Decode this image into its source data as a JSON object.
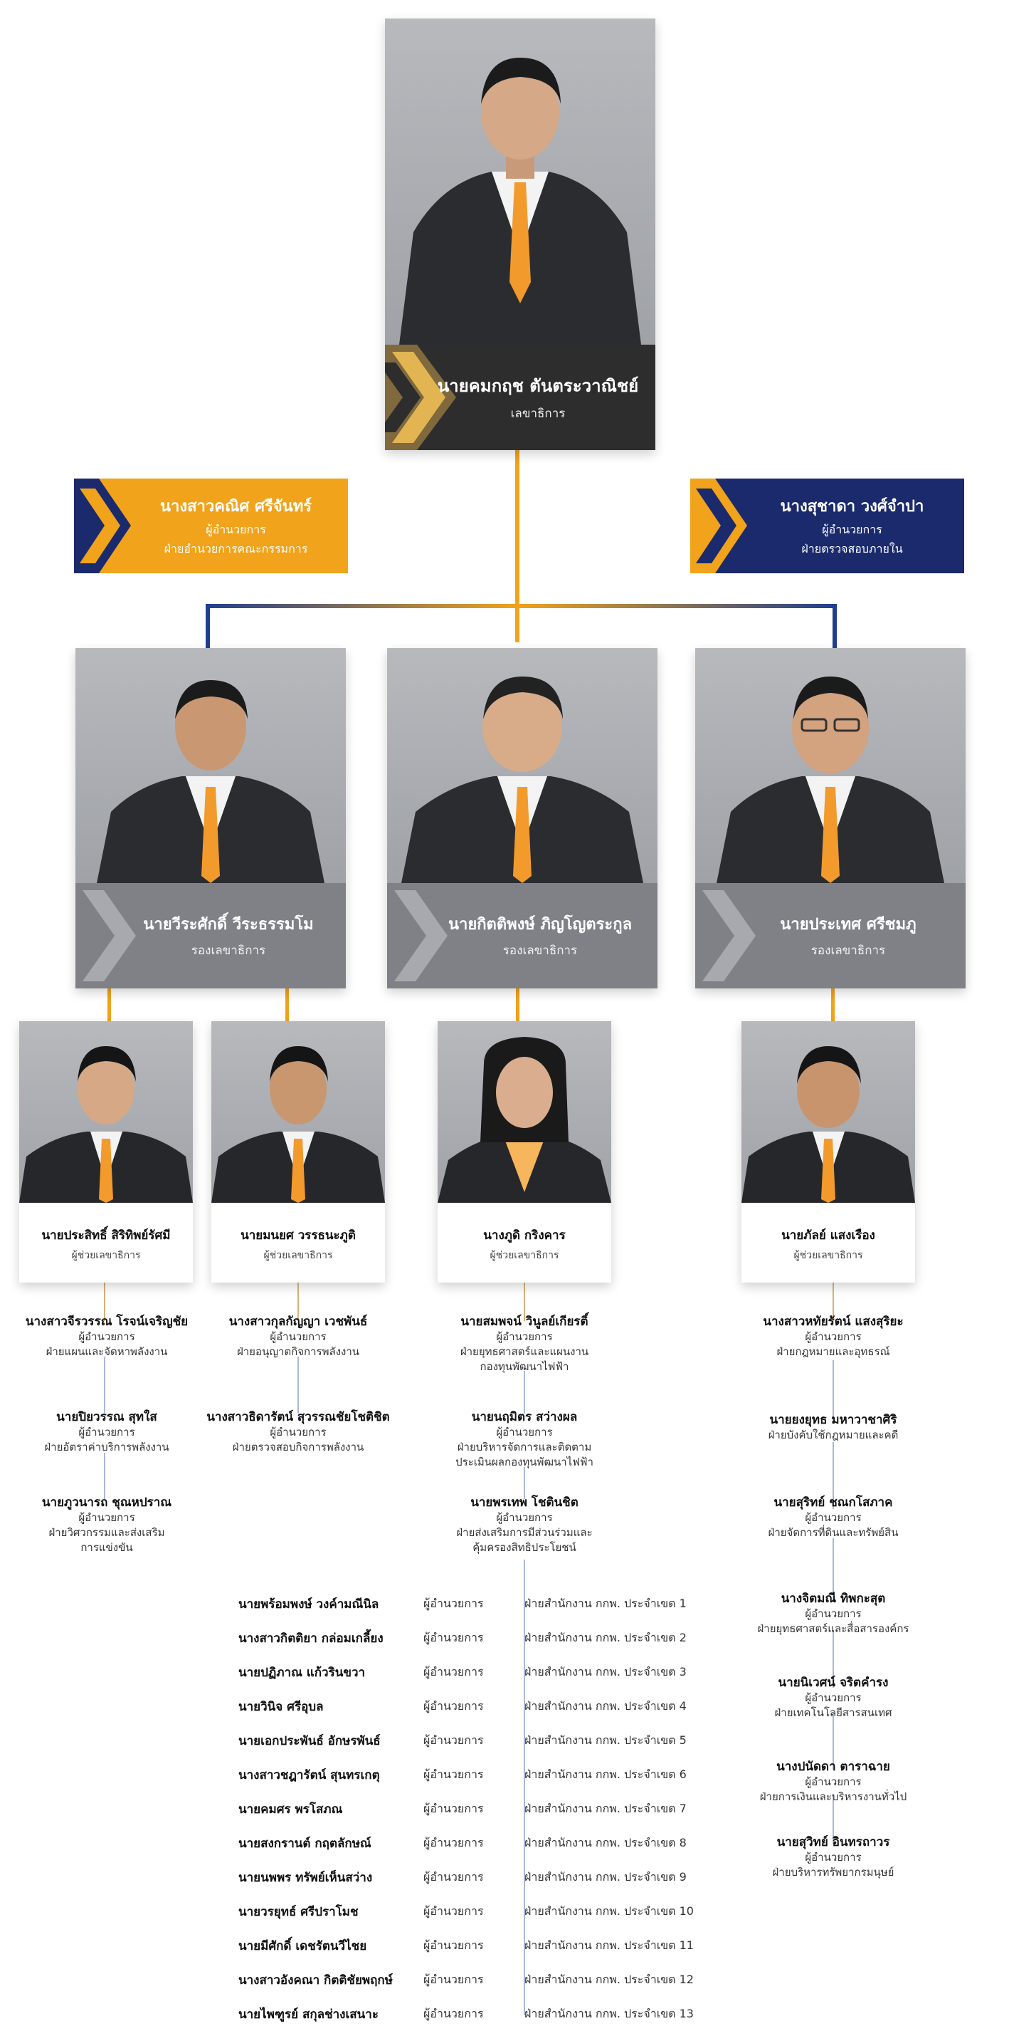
{
  "top": {
    "name": "นายคมกฤช ตันตระวาณิชย์",
    "position": "เลขาธิการ"
  },
  "left_flag": {
    "name": "นางสาวคณิศ ศรีจันทร์",
    "position": "ผู้อำนวยการ",
    "dept": "ฝ่ายอำนวยการคณะกรรมการ"
  },
  "right_flag": {
    "name": "นางสุชาดา วงศ์จำปา",
    "position": "ผู้อำนวยการ",
    "dept": "ฝ่ายตรวจสอบภายใน"
  },
  "deputies": [
    {
      "name": "นายวีระศักดิ์ วีระธรรมโม",
      "position": "รองเลขาธิการ"
    },
    {
      "name": "นายกิตติพงษ์ ภิญโญตระกูล",
      "position": "รองเลขาธิการ"
    },
    {
      "name": "นายประเทศ ศรีชมภู",
      "position": "รองเลขาธิการ"
    }
  ],
  "assistants": [
    {
      "name": "นายประสิทธิ์ สิริทิพย์รัศมี",
      "position": "ผู้ช่วยเลขาธิการ"
    },
    {
      "name": "นายมนยศ วรรธนะภูติ",
      "position": "ผู้ช่วยเลขาธิการ"
    },
    {
      "name": "นางภูดิ กริงคาร",
      "position": "ผู้ช่วยเลขาธิการ"
    },
    {
      "name": "นายภัลย์ แสงเรือง",
      "position": "ผู้ช่วยเลขาธิการ"
    }
  ],
  "col1": [
    {
      "name": "นางสาวจีรวรรณ โรจน์เจริญชัย",
      "lines": [
        "ผู้อำนวยการ",
        "ฝ่ายแผนและจัดหาพลังงาน"
      ]
    },
    {
      "name": "นายปิยวรรณ สุทใส",
      "lines": [
        "ผู้อำนวยการ",
        "ฝ่ายอัตราค่าบริการพลังงาน"
      ]
    },
    {
      "name": "นายภูวนารถ ชุณหปราณ",
      "lines": [
        "ผู้อำนวยการ",
        "ฝ่ายวิศวกรรมและส่งเสริม",
        "การแข่งขัน"
      ]
    }
  ],
  "col2": [
    {
      "name": "นางสาวกุลกัญญา เวชพันธ์",
      "lines": [
        "ผู้อำนวยการ",
        "ฝ่ายอนุญาตกิจการพลังงาน"
      ]
    },
    {
      "name": "นางสาวธิดารัตน์ สุวรรณชัยโชติชิต",
      "lines": [
        "ผู้อำนวยการ",
        "ฝ่ายตรวจสอบกิจการพลังงาน"
      ]
    }
  ],
  "col3": [
    {
      "name": "นายสมพจน์ วินูลย์เกียรติ์",
      "lines": [
        "ผู้อำนวยการ",
        "ฝ่ายยุทธศาสตร์และแผนงาน",
        "กองทุนพัฒนาไฟฟ้า"
      ]
    },
    {
      "name": "นายนฤมิตร สว่างผล",
      "lines": [
        "ผู้อำนวยการ",
        "ฝ่ายบริหารจัดการและติดตาม",
        "ประเมินผลกองทุนพัฒนาไฟฟ้า"
      ]
    },
    {
      "name": "นายพรเทพ โชตินชิต",
      "lines": [
        "ผู้อำนวยการ",
        "ฝ่ายส่งเสริมการมีส่วนร่วมและ",
        "คุ้มครองสิทธิประโยชน์"
      ]
    }
  ],
  "col4": [
    {
      "name": "นางสาวหทัยรัตน์ แสงสุริยะ",
      "lines": [
        "ผู้อำนวยการ",
        "ฝ่ายกฎหมายและอุทธรณ์"
      ]
    },
    {
      "name": "นายยงยุทธ มหาวาชาศิริ",
      "lines": [
        "ฝ่ายบังคับใช้กฎหมายและคดี"
      ]
    },
    {
      "name": "นายสุริทย์ ชณกโสภาค",
      "lines": [
        "ผู้อำนวยการ",
        "ฝ่ายจัดการที่ดินและทรัพย์สิน"
      ]
    },
    {
      "name": "นางจิตมณี ทิพกะสุต",
      "lines": [
        "ผู้อำนวยการ",
        "ฝ่ายยุทธศาสตร์และสื่อสารองค์กร"
      ]
    },
    {
      "name": "นายนิเวศน์ จริตคำรง",
      "lines": [
        "ผู้อำนวยการ",
        "ฝ่ายเทคโนโลยีสารสนเทศ"
      ]
    },
    {
      "name": "นางปนัดดา ตาราฉาย",
      "lines": [
        "ผู้อำนวยการ",
        "ฝ่ายการเงินและบริหารงานทั่วไป"
      ]
    },
    {
      "name": "นายสุวิทย์ อินทรถาวร",
      "lines": [
        "ผู้อำนวยการ",
        "ฝ่ายบริหารทรัพยากรมนุษย์"
      ]
    }
  ],
  "regional": [
    {
      "name": "นายพร้อมพงษ์ วงค์ามณีนิล",
      "position": "ผู้อำนวยการ",
      "dept": "ฝ่ายสำนักงาน กกพ. ประจำเขต 1"
    },
    {
      "name": "นางสาวกิตติยา กล่อมเกลี้ยง",
      "position": "ผู้อำนวยการ",
      "dept": "ฝ่ายสำนักงาน กกพ. ประจำเขต 2"
    },
    {
      "name": "นายปฏิภาณ แก้วรินขวา",
      "position": "ผู้อำนวยการ",
      "dept": "ฝ่ายสำนักงาน กกพ. ประจำเขต 3"
    },
    {
      "name": "นายวินิจ ศรีอุบล",
      "position": "ผู้อำนวยการ",
      "dept": "ฝ่ายสำนักงาน กกพ. ประจำเขต 4"
    },
    {
      "name": "นายเอกประพันธ์ อักษรพันธ์",
      "position": "ผู้อำนวยการ",
      "dept": "ฝ่ายสำนักงาน กกพ. ประจำเขต 5"
    },
    {
      "name": "นางสาวชฎารัตน์ สุนทรเกตุ",
      "position": "ผู้อำนวยการ",
      "dept": "ฝ่ายสำนักงาน กกพ. ประจำเขต 6"
    },
    {
      "name": "นายคมศร พรโสภณ",
      "position": "ผู้อำนวยการ",
      "dept": "ฝ่ายสำนักงาน กกพ. ประจำเขต 7"
    },
    {
      "name": "นายสงกรานต์ กฤตลักษณ์",
      "position": "ผู้อำนวยการ",
      "dept": "ฝ่ายสำนักงาน กกพ. ประจำเขต 8"
    },
    {
      "name": "นายนพพร ทรัพย์เห็นสว่าง",
      "position": "ผู้อำนวยการ",
      "dept": "ฝ่ายสำนักงาน กกพ. ประจำเขต 9"
    },
    {
      "name": "นายวรยุทธ์ ศรีปราโมช",
      "position": "ผู้อำนวยการ",
      "dept": "ฝ่ายสำนักงาน กกพ. ประจำเขต 10"
    },
    {
      "name": "นายมีศักดิ์ เดชรัตนวีไชย",
      "position": "ผู้อำนวยการ",
      "dept": "ฝ่ายสำนักงาน กกพ. ประจำเขต 11"
    },
    {
      "name": "นางสาวอังคณา กิตติชัยพฤกษ์",
      "position": "ผู้อำนวยการ",
      "dept": "ฝ่ายสำนักงาน กกพ. ประจำเขต 12"
    },
    {
      "name": "นายไพฑูรย์ สกุลช่างเสนาะ",
      "position": "ผู้อำนวยการ",
      "dept": "ฝ่ายสำนักงาน กกพ. ประจำเขต 13"
    }
  ],
  "colors": {
    "gold": "#f0a31b",
    "navy": "#1a2a6c",
    "dark": "#2b2b2b",
    "grey_bar": "#7f8187"
  }
}
